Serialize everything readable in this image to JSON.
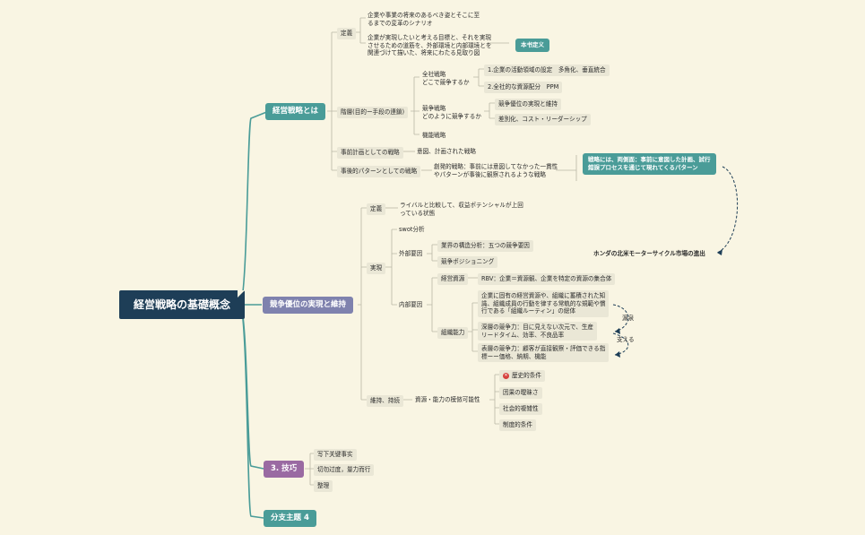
{
  "root": "経営戦略の基礎概念",
  "t1": {
    "title": "経営戦略とは",
    "def_label": "定義",
    "def1": "企業や事業の将来のあるべき姿とそこに至\nるまでの変革のシナリオ",
    "def2": "企業が実現したいと考える目標と、それを実現\nさせるための道筋を、外部環境と内部環境とを\n関連づけて描いた、将来にわたる見取り図",
    "callout_def": "本书定义",
    "hier_label": "階層(目的ー手段の連鎖)",
    "corp": "全社戦略\nどこで競争するか",
    "corp1": "1.企業の活動領域の設定　多角化、垂直統合",
    "corp2": "2.全社的な資源配分　PPM",
    "comp": "競争戦略\nどのように競争するか",
    "comp1": "競争優位の実現と維持",
    "comp2": "差別化、コスト・リーダーシップ",
    "func": "機能戦略",
    "plan_label": "事前計画としての戦略",
    "plan_desc": "意図、計画された戦略",
    "pattern_label": "事後的パターンとしての戦略",
    "pattern_desc": "創発的戦略：事前には意図してなかった一貫性\nやパターンが事後に観察されるような戦略",
    "callout_strategy": "戦略には、両側面：事前に意図した計画、試行\n錯誤プロセスを通じて現れてくるパターン",
    "honda": "ホンダの北米モーターサイクル市場の進出"
  },
  "t2": {
    "title": "競争優位の実現と維持",
    "def_label": "定義",
    "def": "ライバルと比較して、収益ポテンシャルが上回\nっている状態",
    "real": "実現",
    "swot": "swot分析",
    "ext": "外部要因",
    "ext1": "業界の構造分析：五つの競争要因",
    "ext2": "競争ポジショニング",
    "int": "内部要因",
    "res": "経営資源",
    "res1": "RBV：企業＝資源観、企業を特定の資源の集合体",
    "org": "組織能力",
    "org1": "企業に固有の経営資源や、組織に蓄積された知\n識、組織成員の行動を律する常軌的な規範や慣\n行である「組織ルーティン」の総体",
    "org2": "深層の競争力：目に見えない次元で、生産\nリードタイム、効率、不良品率",
    "org3": "表層の競争力：顧客が直接観察・評価できる指\n標ーー価格、納期、機能",
    "rel1": "源泉",
    "rel2": "支える",
    "sustain": "維持、持続",
    "imitate": "資源・能力の模倣可能性",
    "c1": "歴史的条件",
    "c2": "因果の曖昧さ",
    "c3": "社会的複雑性",
    "c4": "制度的条件",
    "x_icon": "✕"
  },
  "t3": {
    "title": "3. 技巧",
    "i1": "写下关键事实",
    "i2": "切勿过度，量力而行",
    "i3": "整理"
  },
  "t4": {
    "title": "分支主题 4"
  },
  "colors": {
    "teal": "#4a9c98",
    "purple": "#7f82ae",
    "plum": "#9a6aa2",
    "root": "#1e3e57"
  }
}
